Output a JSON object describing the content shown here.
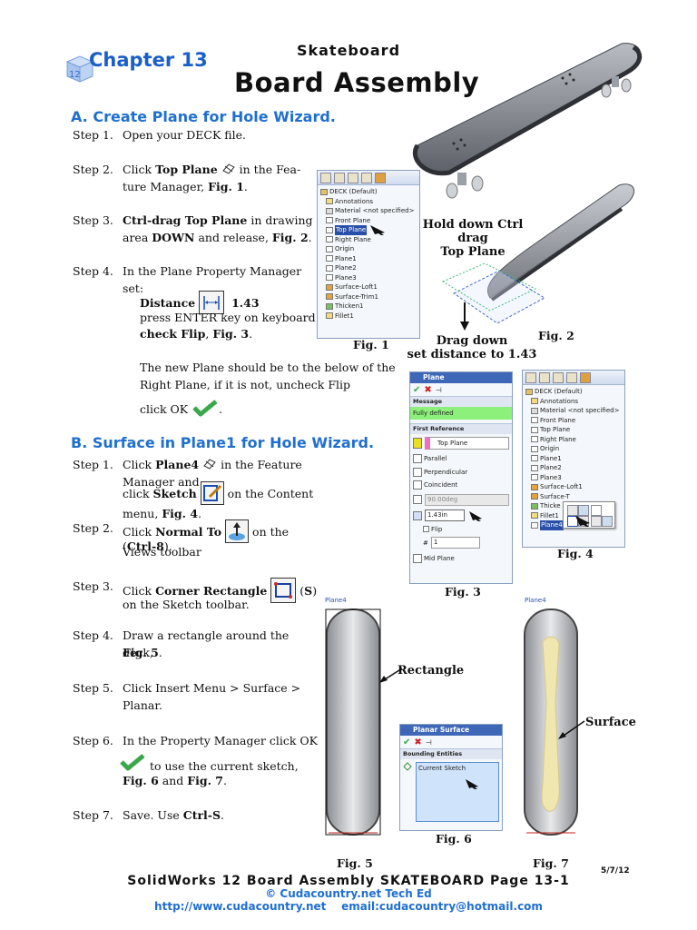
{
  "header": {
    "chapter": "Chapter 13",
    "chapter_cube": "12",
    "subtitle": "Skateboard",
    "title": "Board Assembly"
  },
  "section_a": {
    "heading": "A. Create Plane for Hole Wizard.",
    "steps": [
      {
        "num": "Step 1.",
        "line1": "Open your DECK file."
      },
      {
        "num": "Step 2.",
        "line1a": "Click ",
        "bold1": "Top Plane",
        "line1b": " in the Fea-",
        "line2a": "ture Manager, ",
        "bold2": "Fig. 1",
        "line2b": "."
      },
      {
        "num": "Step 3.",
        "bold1": "Ctrl-drag Top Plane",
        "line1b": " in drawing",
        "line2a": "area ",
        "bold2": "DOWN",
        "line2b": " and release, ",
        "bold3": "Fig. 2",
        "line2c": "."
      },
      {
        "num": "Step 4.",
        "line1": "In the Plane Property Manager set:"
      }
    ],
    "distance_label": "Distance",
    "distance_value": "1.43",
    "enter_line": "press ENTER key on keyboard",
    "flip_bold": "check Flip",
    "flip_sep": ", ",
    "flip_fig": "Fig. 3",
    "flip_end": ".",
    "note_line1": "The new Plane should be to the below of the",
    "note_line2": "Right Plane, if it is not, uncheck Flip",
    "click_ok": "click OK",
    "click_ok_end": "."
  },
  "section_b": {
    "heading": "B. Surface in Plane1 for Hole Wizard.",
    "steps": [
      {
        "num": "Step 1.",
        "a": "Click ",
        "b": "Plane4",
        "c": " in the Feature Manager and",
        "d": "click ",
        "e": "Sketch",
        "f": " on the Content menu, ",
        "g": "Fig. 4",
        "h": "."
      },
      {
        "num": "Step 2.",
        "a": "Click ",
        "b": "Normal To",
        "c": " on the Views toolbar",
        "d": "(",
        "e": "Ctrl-8",
        "f": ")."
      },
      {
        "num": "Step 3.",
        "a": "Click ",
        "b": "Corner Rectangle",
        "c": " (",
        "d": "S",
        "e": ")",
        "f": "on the Sketch toolbar."
      },
      {
        "num": "Step 4.",
        "a": "Draw a rectangle around the deck,",
        "b": "Fig. 5",
        "c": "."
      },
      {
        "num": "Step 5.",
        "a": "Click Insert Menu > Surface >",
        "b": "Planar."
      },
      {
        "num": "Step 6.",
        "a": "In the Property Manager click OK",
        "b": "to use the current sketch,",
        "c": "Fig. 6",
        "d": " and ",
        "e": "Fig. 7",
        "f": "."
      },
      {
        "num": "Step 7.",
        "a": "Save. Use ",
        "b": "Ctrl-S",
        "c": "."
      }
    ]
  },
  "fig1_tree": {
    "root": "DECK (Default)",
    "items": [
      "Annotations",
      "Material <not specified>",
      "Front Plane",
      "Top Plane",
      "Right Plane",
      "Origin",
      "Plane1",
      "Plane2",
      "Plane3",
      "Surface-Loft1",
      "Surface-Trim1",
      "Thicken1",
      "Fillet1"
    ],
    "label": "Fig. 1"
  },
  "fig2": {
    "annotation1": "Hold down Ctrl",
    "annotation2": "drag",
    "annotation3": "Top Plane",
    "drag_down": "Drag down",
    "set_distance": "set distance to 1.43",
    "label": "Fig. 2"
  },
  "fig3_pm": {
    "title": "Plane",
    "message_header": "Message",
    "message": "Fully defined",
    "first_reference": "First Reference",
    "ref_value": "Top Plane",
    "parallel": "Parallel",
    "perpendicular": "Perpendicular",
    "coincident": "Coincident",
    "angle": "90.00deg",
    "distance": "1.43in",
    "flip": "Flip",
    "count": "1",
    "mid_plane": "Mid Plane",
    "label": "Fig. 3"
  },
  "fig4_tree": {
    "root": "DECK (Default)",
    "items": [
      "Annotations",
      "Material <not specified>",
      "Front Plane",
      "Top Plane",
      "Right Plane",
      "Origin",
      "Plane1",
      "Plane2",
      "Plane3",
      "Surface-Loft1",
      "Surface-T",
      "Thicke",
      "Fillet1",
      "Plane4"
    ],
    "label": "Fig. 4"
  },
  "fig5": {
    "plane_tag": "Plane4",
    "callout": "Rectangle",
    "label": "Fig. 5"
  },
  "fig6_pm": {
    "title": "Planar Surface",
    "section": "Bounding Entities",
    "entry": "Current Sketch",
    "label": "Fig. 6"
  },
  "fig7": {
    "plane_tag": "Plane4",
    "callout": "Surface",
    "label": "Fig. 7"
  },
  "footer": {
    "line1": "SolidWorks 12   Board Assembly SKATEBOARD   Page 13-1",
    "line2": "© Cudacountry.net  Tech Ed",
    "url": "http://www.cudacountry.net",
    "email": "email:cudacountry@hotmail.com",
    "date": "5/7/12"
  },
  "colors": {
    "accent": "#1f6fd0",
    "ok_green": "#3aa84a",
    "pm_blue": "#3f67b8",
    "surface": "#efe6b0"
  }
}
